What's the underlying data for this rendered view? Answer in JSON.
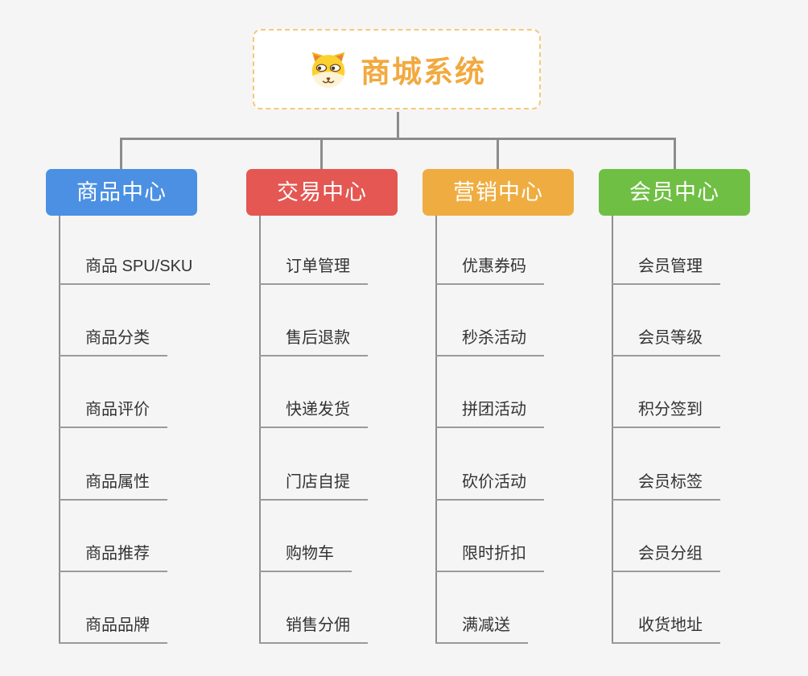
{
  "root": {
    "title": "商城系统",
    "icon": "dog-face-icon",
    "accent_color": "#F2A93F",
    "border_color": "#F6C77C"
  },
  "connector_color": "#8C8C8C",
  "branches": [
    {
      "label": "商品中心",
      "color": "#4B90E2",
      "items": [
        "商品 SPU/SKU",
        "商品分类",
        "商品评价",
        "商品属性",
        "商品推荐",
        "商品品牌"
      ]
    },
    {
      "label": "交易中心",
      "color": "#E45752",
      "items": [
        "订单管理",
        "售后退款",
        "快递发货",
        "门店自提",
        "购物车",
        "销售分佣"
      ]
    },
    {
      "label": "营销中心",
      "color": "#EFAD41",
      "items": [
        "优惠券码",
        "秒杀活动",
        "拼团活动",
        "砍价活动",
        "限时折扣",
        "满减送"
      ]
    },
    {
      "label": "会员中心",
      "color": "#6FBF44",
      "items": [
        "会员管理",
        "会员等级",
        "积分签到",
        "会员标签",
        "会员分组",
        "收货地址"
      ]
    }
  ]
}
